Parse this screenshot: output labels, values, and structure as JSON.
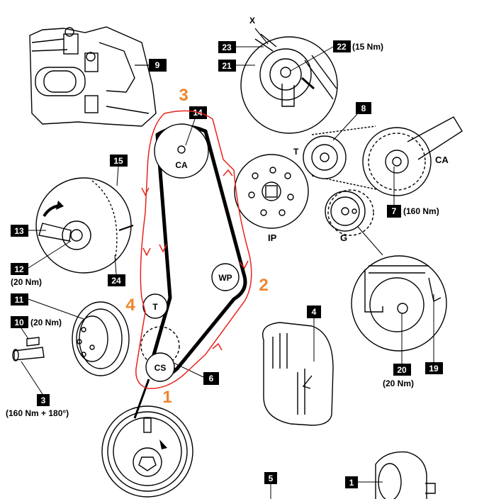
{
  "callouts": {
    "c1": "1",
    "c3": "3",
    "c4": "4",
    "c5": "5",
    "c6": "6",
    "c7": "7",
    "c8": "8",
    "c9": "9",
    "c10": "10",
    "c11": "11",
    "c12": "12",
    "c13": "13",
    "c14": "14",
    "c15": "15",
    "c19": "19",
    "c20": "20",
    "c21": "21",
    "c22": "22",
    "c23": "23",
    "c24": "24"
  },
  "torques": {
    "t22": "(15 Nm)",
    "t7": "(160 Nm)",
    "t12": "(20 Nm)",
    "t10": "(20 Nm)",
    "t20": "(20 Nm)",
    "t3": "(160 Nm + 180°)"
  },
  "pulleys": {
    "ca": "CA",
    "wp": "WP",
    "t": "T",
    "cs": "CS",
    "ip": "IP",
    "g": "G",
    "t_right": "T",
    "ca_right": "CA",
    "x": "X"
  },
  "sequence": {
    "s1": "1",
    "s2": "2",
    "s3": "3",
    "s4": "4"
  },
  "colors": {
    "route": "#e8231c",
    "sequence": "#f0852d",
    "ink": "#000000"
  }
}
